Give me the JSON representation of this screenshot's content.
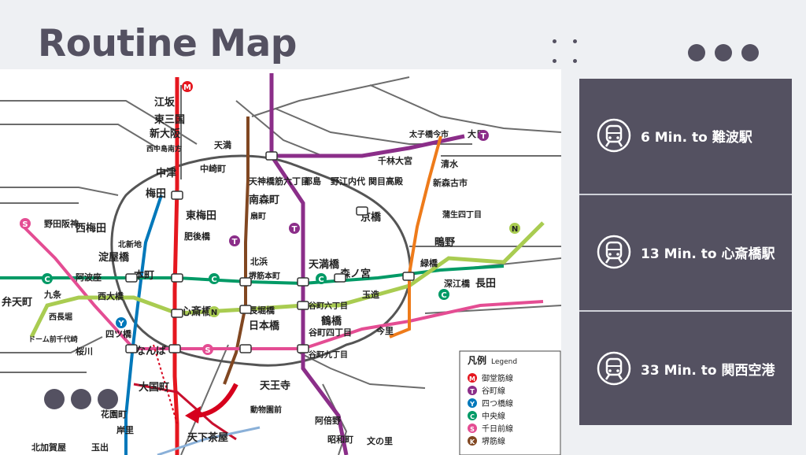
{
  "title": "Routine Map",
  "routes": [
    {
      "icon": "train-icon",
      "text": "6 Min. to 難波駅"
    },
    {
      "icon": "train-icon",
      "text": "13 Min. to 心斎橋駅"
    },
    {
      "icon": "train-icon",
      "text": "33 Min. to 関西空港"
    }
  ],
  "map": {
    "stations": [
      "江坂",
      "東三国",
      "新大阪",
      "西中島南方",
      "中津",
      "梅田",
      "東梅田",
      "西梅田",
      "淀屋橋",
      "本町",
      "心斎橋",
      "なんば",
      "大国町",
      "動物園前",
      "天下茶屋",
      "天王寺",
      "日本橋",
      "長堀橋",
      "堺筋本町",
      "北浜",
      "南森町",
      "扇町",
      "天神橋筋六丁目",
      "天満橋",
      "谷町四丁目",
      "谷町六丁目",
      "谷町九丁目",
      "森ノ宮",
      "京橋",
      "鶴橋",
      "玉造",
      "今里",
      "緑橋",
      "深江橋",
      "長田",
      "関目高殿",
      "千林大宮",
      "太子橋今市",
      "大日",
      "野田阪神",
      "九条",
      "西長堀",
      "桜川",
      "北加賀屋",
      "花園町",
      "岸里",
      "玉出",
      "阿倍野",
      "昭和町",
      "文の里",
      "蒲生四丁目",
      "鴫野",
      "清水",
      "新森古市",
      "都島",
      "野江内代",
      "四ツ橋",
      "西大橋",
      "阿波座",
      "弁天町",
      "ドーム前千代崎",
      "肥後橋",
      "北新地",
      "中崎町",
      "天満",
      "南森町",
      "北浜"
    ],
    "legend_title": "凡例",
    "legend_sub": "Legend",
    "legend_items": [
      "御堂筋線",
      "谷町線",
      "四つ橋線",
      "中央線",
      "千日前線",
      "堺筋線"
    ],
    "legend_codes": [
      "M",
      "T",
      "Y",
      "C",
      "S",
      "K"
    ],
    "legend_colors": [
      "#e5171f",
      "#8b2e89",
      "#0078ba",
      "#019a66",
      "#e44d93",
      "#814721"
    ],
    "line_codes": [
      "M",
      "T",
      "Y",
      "C",
      "S",
      "K",
      "N"
    ]
  },
  "colors": {
    "panel": "#545161",
    "title": "#545161",
    "midosuji": "#e5171f",
    "tanimachi": "#8b2e89",
    "yotsubashi": "#0078ba",
    "chuo": "#019a66",
    "sennichimae": "#e44d93",
    "sakaisuji": "#814721",
    "nagahori": "#a9cc51",
    "imazatosuji": "#ee7b1a"
  }
}
